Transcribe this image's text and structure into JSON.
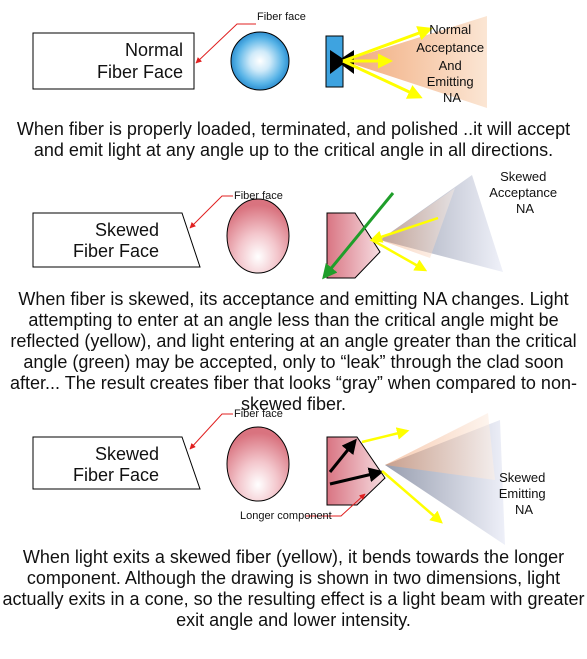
{
  "colors": {
    "pointer": "#e02020",
    "green_ray": "#1f9e2a",
    "yellow_ray": "#ffff00",
    "core_blue": "#3ea3e0",
    "face_pink": "#d9737f",
    "outline": "#000000"
  },
  "panel1": {
    "box_label_line1": "Normal",
    "box_label_line2": "Fiber Face",
    "pointer_label": "Fiber face",
    "cone_label_lines": [
      "Normal",
      "Acceptance",
      "And",
      "Emitting",
      "NA"
    ],
    "caption": "When fiber is properly loaded, terminated, and polished ..it will accept and emit light at any angle up to the critical angle in all directions."
  },
  "panel2": {
    "box_label_line1": "Skewed",
    "box_label_line2": "Fiber Face",
    "pointer_label": "Fiber face",
    "cone_label_lines": [
      "Skewed",
      "Acceptance",
      "NA"
    ],
    "caption": "When fiber is skewed, its acceptance and emitting NA changes. Light attempting to enter at an angle less than the critical angle might be reflected (yellow), and light entering at an angle greater than the critical angle (green) may be accepted, only to “leak” through the clad soon after... The result creates fiber that looks “gray” when compared to non-skewed fiber."
  },
  "panel3": {
    "box_label_line1": "Skewed",
    "box_label_line2": "Fiber Face",
    "pointer_label": "Fiber face",
    "component_label": "Longer component",
    "cone_label_lines": [
      "Skewed",
      "Emitting",
      "NA"
    ],
    "caption": "When light exits a skewed fiber (yellow), it bends towards the longer component. Although the drawing is shown in two dimensions, light actually exits in a cone, so the resulting effect is a light beam with greater exit angle and lower intensity."
  }
}
